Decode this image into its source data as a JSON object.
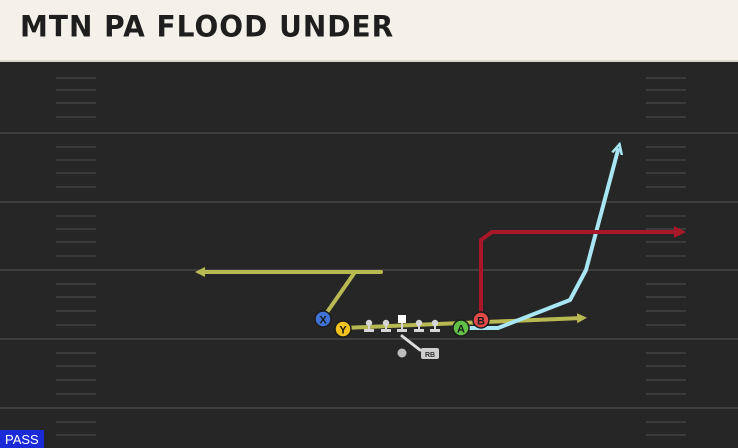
{
  "play": {
    "title": "MTN PA FLOOD UNDER",
    "type_badge": "PASS"
  },
  "players": {
    "x": "X",
    "y": "Y",
    "a": "A",
    "b": "B",
    "rb": "RB"
  },
  "colors": {
    "title_bg": "#f3f1ea",
    "field": "#262626",
    "yard_line": "#3e3e3e",
    "route_yellow": "#b9b953",
    "route_red": "#a8162a",
    "route_blue": "#a9e6f4",
    "player_x": "#3f73d6",
    "player_y": "#f1c21e",
    "player_a": "#5fbf46",
    "player_b": "#e24a4a",
    "badge": "#1a2ad6"
  }
}
